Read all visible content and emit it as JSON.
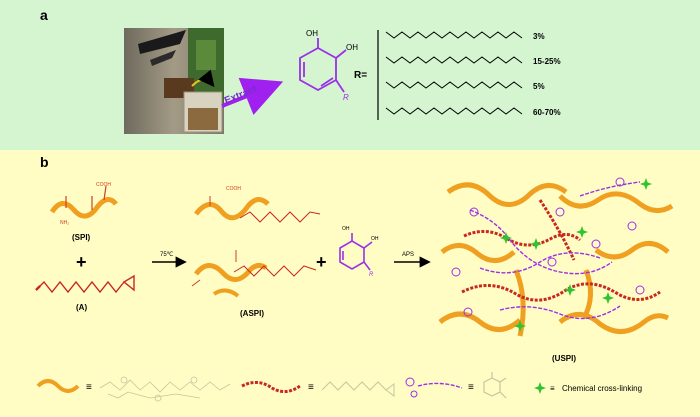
{
  "panel_a": {
    "label": "a",
    "extract_label": "Extract",
    "oh_labels": [
      "OH",
      "OH"
    ],
    "r_group": "R",
    "r_equals": "R=",
    "chains": [
      {
        "percent": "3%"
      },
      {
        "percent": "15-25%"
      },
      {
        "percent": "5%"
      },
      {
        "percent": "60-70%"
      }
    ]
  },
  "panel_b": {
    "label": "b",
    "spi_label": "(SPI)",
    "cooh_label": "COOH",
    "nh2_label": "NH₂",
    "a_label": "(A)",
    "temp_label": "75℃",
    "aspi_label": "(ASPI)",
    "aps_label": "APS",
    "uspi_label": "(USPI)",
    "plus": "+",
    "legend": {
      "equiv": "≡",
      "crosslink_text": "Chemical cross-linking"
    }
  },
  "colors": {
    "panel_a_bg": "#d4f5d0",
    "panel_b_bg": "#fffcc4",
    "protein_orange": "#f0a020",
    "chain_red": "#c8281e",
    "urushiol_purple": "#9b30e8",
    "crosslink_green": "#2fc42f",
    "arrow_purple": "#a020f0"
  }
}
